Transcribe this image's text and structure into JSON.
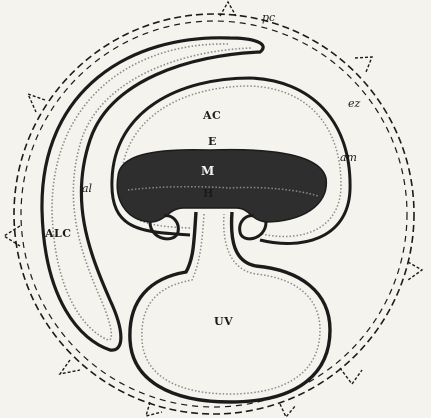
{
  "diagram": {
    "labels": {
      "pc": "pc",
      "ez": "ez",
      "am": "am",
      "AC": "AC",
      "E": "E",
      "M": "M",
      "H": "H",
      "al": "al",
      "ALC": "ALC",
      "UV": "UV"
    },
    "colors": {
      "background": "#f4f3ee",
      "ink": "#1b1b1b",
      "embryo_fill": "#2e2e2e",
      "dotted_layer": "#8a8a8a"
    }
  }
}
